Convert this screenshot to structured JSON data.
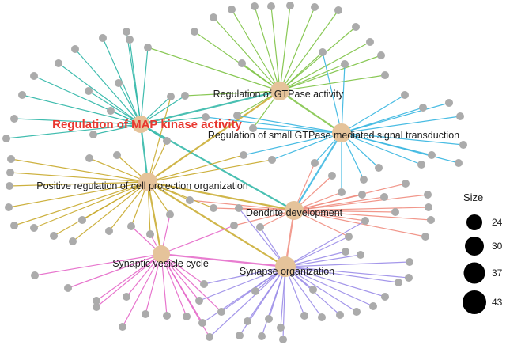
{
  "hubs": [
    {
      "id": "mapk",
      "label": "Regulation of MAP kinase activity",
      "color": "#2ab5a5",
      "highlight": true
    },
    {
      "id": "gtpase",
      "label": "Regulation of GTPase activity",
      "color": "#7cc242"
    },
    {
      "id": "smallgtp",
      "label": "Regulation of small GTPase mediated signal transduction",
      "color": "#35b5e0"
    },
    {
      "id": "cellproj",
      "label": "Positive regulation of cell projection organization",
      "color": "#c8a92a"
    },
    {
      "id": "dendrite",
      "label": "Dendrite development",
      "color": "#f08c7e"
    },
    {
      "id": "vesicle",
      "label": "Synaptic vesicle cycle",
      "color": "#e466c8"
    },
    {
      "id": "synapse",
      "label": "Synapse organization",
      "color": "#9a8ce8"
    }
  ],
  "colors": {
    "hub_fill": "#e5c39a",
    "gene_fill": "#ababab",
    "highlight_label": "#e8372f",
    "legend_dot": "#000000"
  },
  "legend": {
    "title": "Size",
    "items": [
      {
        "label": "24",
        "value": 24
      },
      {
        "label": "30",
        "value": 30
      },
      {
        "label": "37",
        "value": 37
      },
      {
        "label": "43",
        "value": 43
      }
    ]
  }
}
